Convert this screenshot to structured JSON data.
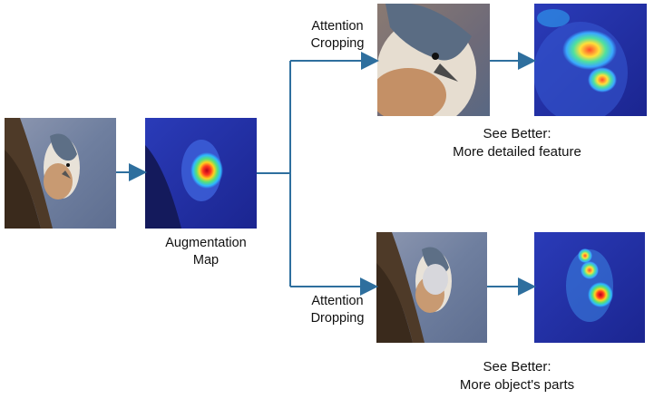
{
  "labels": {
    "augmentation": [
      "Augmentation",
      "Map"
    ],
    "cropping": [
      "Attention",
      "Cropping"
    ],
    "dropping": [
      "Attention",
      "Dropping"
    ],
    "see_better_crop": [
      "See Better:",
      "More detailed feature"
    ],
    "see_better_drop": [
      "See Better:",
      "More object's parts"
    ]
  },
  "colors": {
    "arrow": "#2e6f9e",
    "bark": "#3a2a1c",
    "background_blue": "#6f83a6",
    "heatmap_base": "#1f2aa8"
  },
  "images": [
    {
      "name": "input-bird-image"
    },
    {
      "name": "augmentation-map-image"
    },
    {
      "name": "cropped-bird-image"
    },
    {
      "name": "cropped-attention-map-image"
    },
    {
      "name": "dropped-bird-image"
    },
    {
      "name": "dropped-attention-map-image"
    }
  ]
}
